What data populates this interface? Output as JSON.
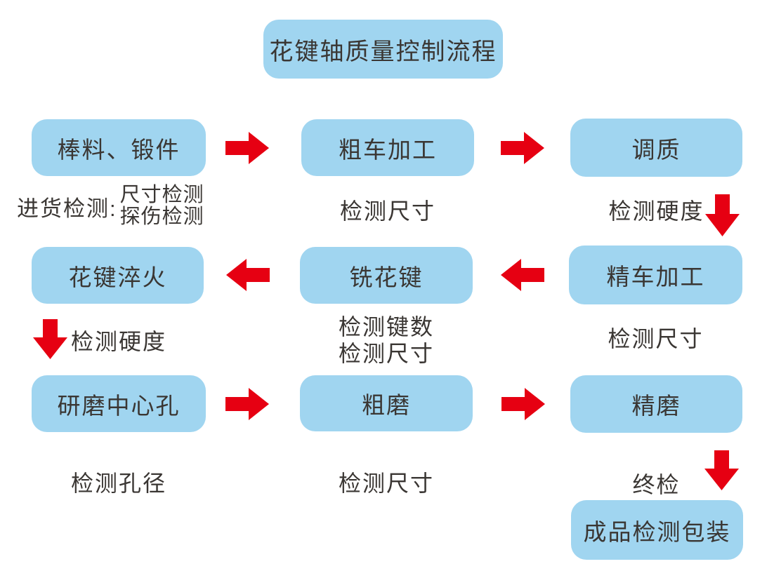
{
  "title": "花键轴质量控制流程",
  "colors": {
    "box_fill": "#a0d5f0",
    "arrow_red": "#e60012",
    "text": "#3a3633",
    "background": "#ffffff"
  },
  "process_boxes": {
    "raw_material": "棒料、锻件",
    "rough_turning": "粗车加工",
    "quench_temper": "调质",
    "spline_quenching": "花键淬火",
    "spline_milling": "铣花键",
    "finish_turning": "精车加工",
    "grind_center_hole": "研磨中心孔",
    "rough_grinding": "粗磨",
    "finish_grinding": "精磨",
    "final_packaging": "成品检测包装"
  },
  "inspections": {
    "incoming_prefix": "进货检测:",
    "incoming_item1": "尺寸检测",
    "incoming_item2": "探伤检测",
    "after_rough_turning": "检测尺寸",
    "after_quench_temper": "检测硬度",
    "after_spline_quenching": "检测硬度",
    "after_spline_milling_line1": "检测键数",
    "after_spline_milling_line2": "检测尺寸",
    "after_finish_turning": "检测尺寸",
    "after_grind_center_hole": "检测孔径",
    "after_rough_grinding": "检测尺寸",
    "final_inspection": "终检"
  }
}
